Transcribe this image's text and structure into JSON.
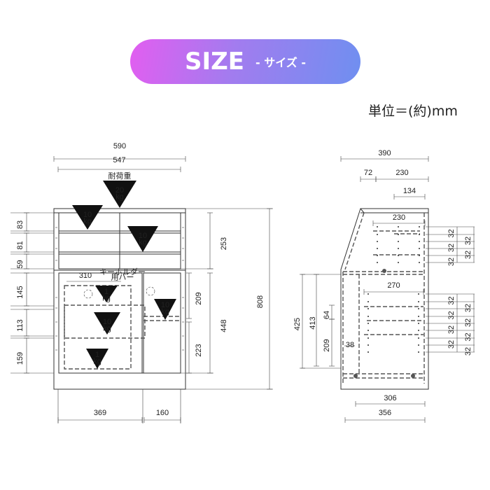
{
  "header": {
    "title": "SIZE",
    "subtitle": "- サイズ -",
    "gradient": [
      "#e25ef0",
      "#6f8ff0"
    ]
  },
  "unit_label": "単位＝(約)mm",
  "front_view": {
    "load_label": "耐荷重",
    "keyholder_label": "キーホルダー",
    "keyholder_label2": "用バー",
    "loads": [
      {
        "value": "20",
        "unit": "kg"
      },
      {
        "value": "10",
        "unit": "kg"
      },
      {
        "value": "10",
        "unit": "kg"
      },
      {
        "value": "1",
        "unit": "kg"
      },
      {
        "value": "10",
        "unit": "kg"
      },
      {
        "value": "10",
        "unit": "kg"
      },
      {
        "value": "1",
        "unit": "kg"
      }
    ],
    "dims": {
      "width_total": "590",
      "width_inner": "547",
      "keyholder_width": "310",
      "h83": "83",
      "h81": "81",
      "h59": "59",
      "h145": "145",
      "h113": "113",
      "h159": "159",
      "h253": "253",
      "h209": "209",
      "h223": "223",
      "h448": "448",
      "h808": "808",
      "w369": "369",
      "w160": "160"
    }
  },
  "side_view": {
    "dims": {
      "depth_total": "390",
      "d72": "72",
      "d230": "230",
      "d134": "134",
      "d230b": "230",
      "d270": "270",
      "d306": "306",
      "d356": "356",
      "h425": "425",
      "h413": "413",
      "h209": "209",
      "h64": "64",
      "h38": "38",
      "pitch": "32"
    }
  }
}
